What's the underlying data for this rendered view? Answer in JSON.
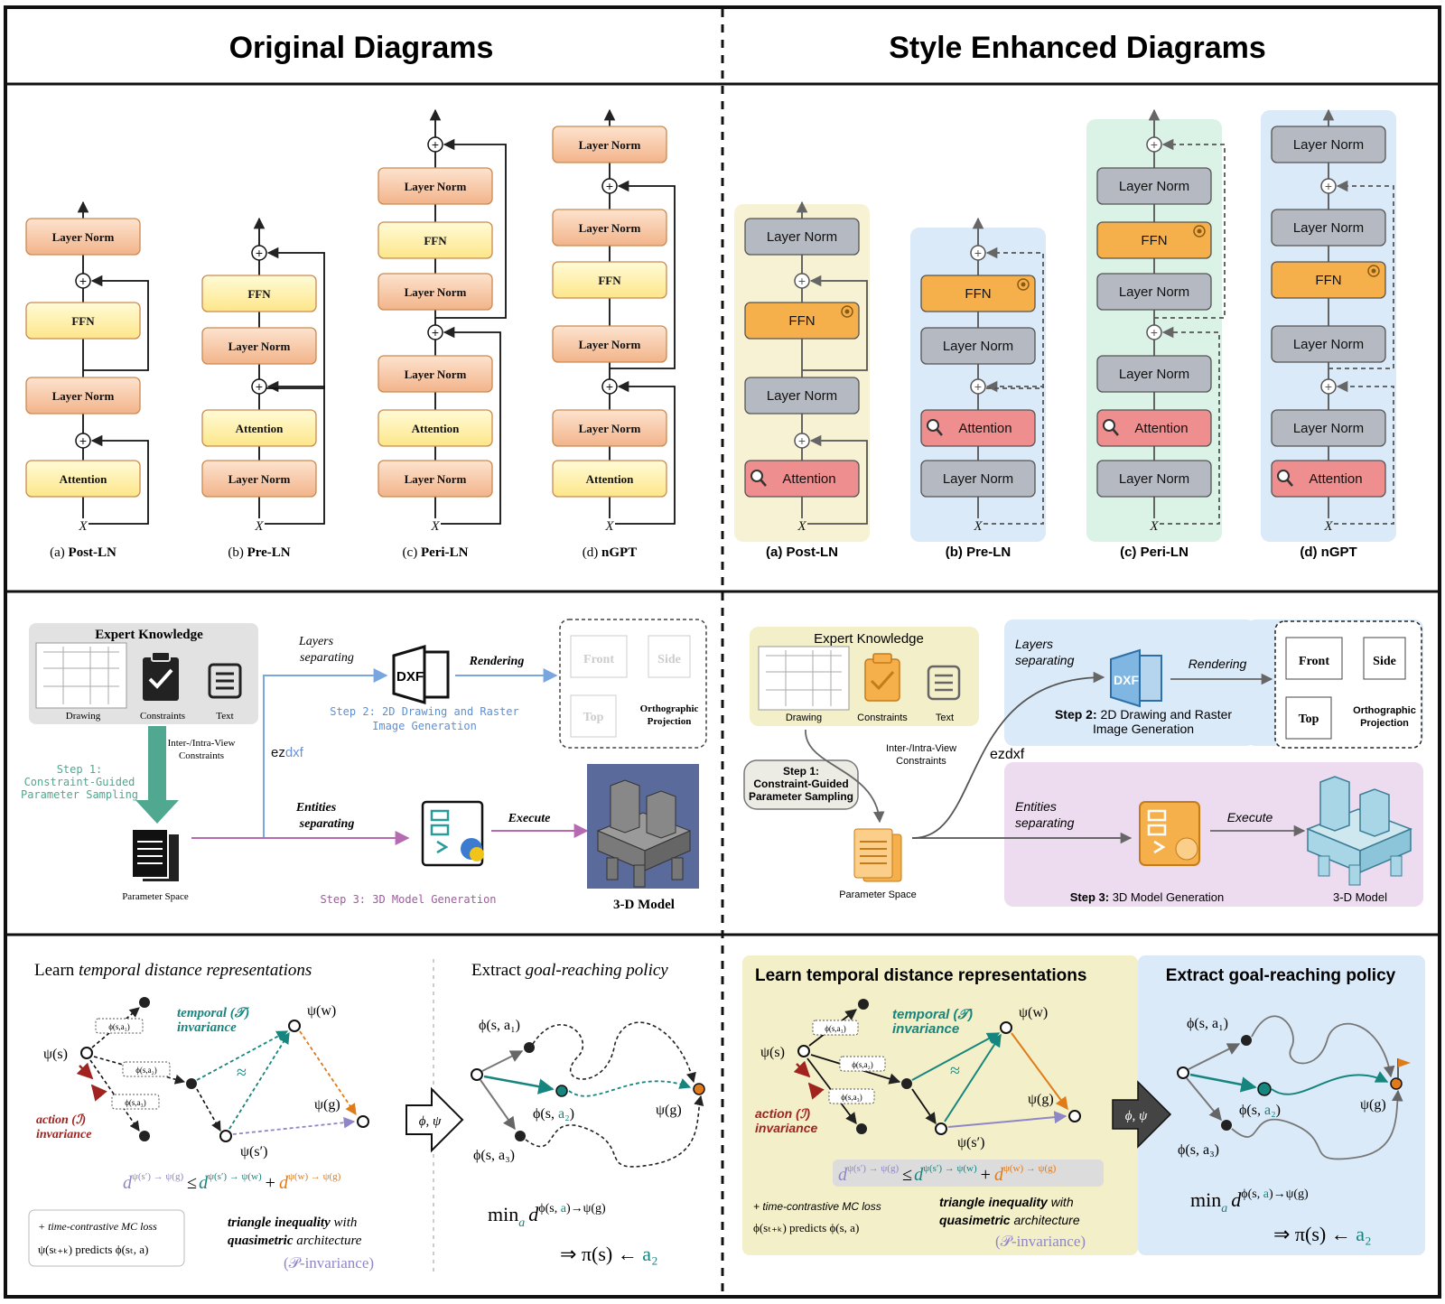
{
  "headers": {
    "left": "Original Diagrams",
    "right": "Style Enhanced Diagrams"
  },
  "ln": {
    "labels": {
      "layer_norm": "Layer Norm",
      "ffn": "FFN",
      "attention": "Attention",
      "x": "X",
      "plus": "+"
    },
    "captions": [
      {
        "prefix": "(a) ",
        "name": "Post-LN"
      },
      {
        "prefix": "(b) ",
        "name": "Pre-LN"
      },
      {
        "prefix": "(c) ",
        "name": "Peri-LN"
      },
      {
        "prefix": "(d) ",
        "name": "nGPT"
      }
    ]
  },
  "cad": {
    "expert_knowledge": "Expert Knowledge",
    "drawing": "Drawing",
    "constraints": "Constraints",
    "text": "Text",
    "inter_intra_1": "Inter-/Intra-View",
    "inter_intra_2": "Constraints",
    "step1_l1": "Step 1:",
    "step1_l2": "Constraint-Guided",
    "step1_l3": "Parameter Sampling",
    "parameter_space": "Parameter Space",
    "layers_1": "Layers",
    "layers_2": "separating",
    "rendering": "Rendering",
    "dxf": "DXF",
    "step2_orig_1": "Step 2: 2D Drawing and Raster",
    "step2_orig_2": "Image Generation",
    "step2_enh_bold": "Step 2:",
    "step2_enh_rest": " 2D Drawing and Raster",
    "step2_enh_2": "Image Generation",
    "front": "Front",
    "side": "Side",
    "top": "Top",
    "ortho_1": "Orthographic",
    "ortho_2": "Projection",
    "ez": "ez",
    "dxf_lower": "dxf",
    "ezdxf": "ezdxf",
    "entities_1": "Entities",
    "entities_2": "separating",
    "execute": "Execute",
    "step3_orig": "Step 3: 3D Model Generation",
    "step3_enh_bold": "Step 3:",
    "step3_enh_rest": " 3D Model Generation",
    "model_orig": "3-D Model",
    "model_enh": "3-D Model"
  },
  "tdr": {
    "learn_prefix": "Learn ",
    "learn_italic": "temporal distance representations",
    "learn_full": "Learn temporal distance representations",
    "extract_prefix": "Extract ",
    "extract_italic": "goal-reaching policy",
    "extract_full": "Extract goal-reaching policy",
    "psi_s": "ψ(s)",
    "psi_w": "ψ(w)",
    "psi_g": "ψ(g)",
    "psi_sp": "ψ(s′)",
    "phi_sa1": "ϕ(s,a₁)",
    "phi_sa2": "ϕ(s,a₂)",
    "phi_sa3": "ϕ(s,a₃)",
    "phi_s": "ϕ(s, ",
    "a1": "a₁",
    "a2": "a₂",
    "a3": "a₃",
    "close_paren": ")",
    "temporal_a": "temporal (",
    "temporal_T": "𝒯",
    "temporal_b": ")",
    "temporal_2": "invariance",
    "action_a": "action (",
    "action_I": "ℐ",
    "action_b": ")",
    "action_2": "invariance",
    "d_letter": "d",
    "leq": "≤",
    "plus": "+",
    "sup_sp_g": "ψ(s′) → ψ(g)",
    "sup_sp_w": "ψ(s′) → ψ(w)",
    "sup_w_g": "ψ(w) → ψ(g)",
    "tri_italic": "triangle inequality",
    "tri_with": " with",
    "quasi_italic": "quasimetric",
    "quasi_rest": " architecture",
    "p_inv": "(𝒫-invariance)",
    "tc_1": "+ time-contrastive MC loss",
    "tc_orig_2": "ψ(sₜ₊ₖ) predicts ϕ(sₜ, a)",
    "tc_enh_2": "ϕ(sₜ₊ₖ) predicts ϕ(s, a)",
    "phi_psi": "ϕ, ψ",
    "min": "min",
    "min_sub": "a",
    "min_sup_a": "ϕ(s, ",
    "min_sup_b": "a",
    "min_sup_c": ")→ψ(g)",
    "policy_a": "⇒ π(s) ← ",
    "policy_b": "a₂"
  },
  "colors": {
    "orig_ln_a": "#fde3cf",
    "orig_ln_b": "#f2b48a",
    "orig_ffn_a": "#fffbd6",
    "orig_ffn_b": "#fde68a",
    "orig_stroke": "#c98a52",
    "enh_ln": "#b5b9c2",
    "enh_ffn": "#f6b04b",
    "enh_att": "#ef8e8e",
    "bg_yellow": "#f6f2d3",
    "bg_blue": "#dbeaf8",
    "bg_green": "#dbf2e6",
    "bg_pink": "#eddcef",
    "bg_cadyellow": "#f3efc8",
    "teal": "#16857e",
    "orange": "#e07b1a",
    "purple": "#8e86c6",
    "darkred": "#a0231f",
    "step_teal": "#4fa88f",
    "step_blue": "#5b90d6",
    "step_purple": "#a05a9e",
    "ez_blue": "#6b8fd8"
  }
}
